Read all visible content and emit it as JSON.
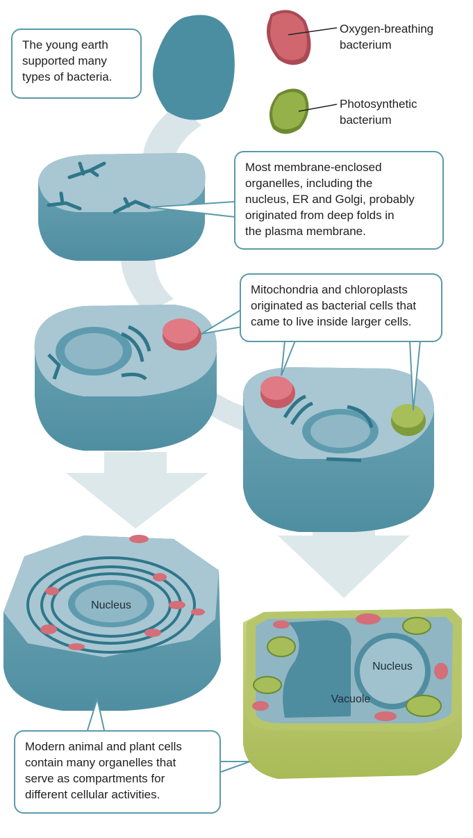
{
  "legend": {
    "oxygen_bacterium": {
      "line1": "Oxygen-breathing",
      "line2": "bacterium",
      "color": "#c95c66"
    },
    "photosynthetic_bacterium": {
      "line1": "Photosynthetic",
      "line2": "bacterium",
      "color": "#84a544"
    }
  },
  "callouts": {
    "young_earth": {
      "line1": "The young earth",
      "line2": "supported many",
      "line3": "types of bacteria."
    },
    "membrane": {
      "line1": "Most membrane-enclosed",
      "line2": "organelles, including the",
      "line3": "nucleus, ER and Golgi, probably",
      "line4": "originated from deep folds in",
      "line5": "the plasma membrane."
    },
    "mito": {
      "line1": "Mitochondria and chloroplasts",
      "line2": "originated as bacterial cells that",
      "line3": "came to live inside larger cells."
    },
    "modern": {
      "line1": "Modern animal and plant cells",
      "line2": "contain many organelles that",
      "line3": "serve as compartments for",
      "line4": "different cellular activities."
    }
  },
  "cell_labels": {
    "animal_nucleus": "Nucleus",
    "plant_nucleus": "Nucleus",
    "plant_vacuole": "Vacuole"
  },
  "colors": {
    "cell_top": "#a8c7d3",
    "cell_side": "#5c97a9",
    "organelle": "#2f7689",
    "plant_wall": "#b7c66a",
    "arrow": "#d6e3e8",
    "mitochondrion": "#d46e79",
    "chloroplast": "#9bb255"
  }
}
